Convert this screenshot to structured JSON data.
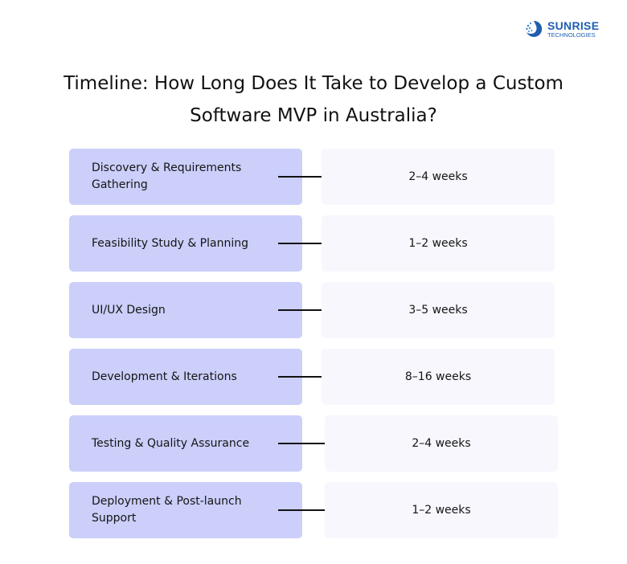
{
  "logo": {
    "name": "SUNRISE",
    "sub": "TECHNOLOGIES"
  },
  "title": {
    "line1": "Timeline: How Long Does It Take to Develop a Custom",
    "line2": "Software MVP in Australia?"
  },
  "stages": [
    {
      "phase": "Discovery & Requirements Gathering",
      "duration": "2–4 weeks"
    },
    {
      "phase": "Feasibility Study & Planning",
      "duration": "1–2 weeks"
    },
    {
      "phase": "UI/UX Design",
      "duration": "3–5 weeks"
    },
    {
      "phase": "Development & Iterations",
      "duration": "8–16 weeks"
    },
    {
      "phase": "Testing & Quality Assurance",
      "duration": "2–4 weeks"
    },
    {
      "phase": "Deployment & Post-launch Support",
      "duration": "1–2 weeks"
    }
  ],
  "colors": {
    "phase_bg": "#cbcffa",
    "duration_bg": "#f7f7fd",
    "brand": "#1f5fae"
  }
}
